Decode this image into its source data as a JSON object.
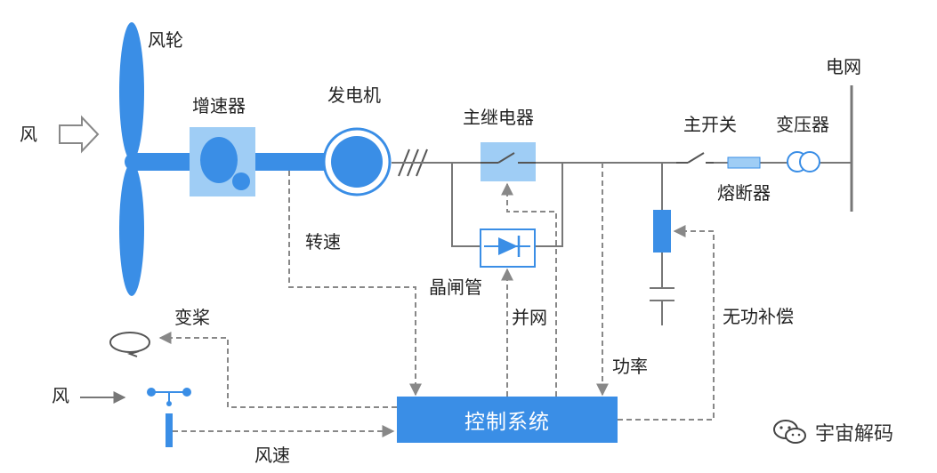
{
  "labels": {
    "rotor": "风轮",
    "wind_in": "风",
    "gearbox": "增速器",
    "generator": "发电机",
    "main_relay": "主继电器",
    "main_switch": "主开关",
    "transformer": "变压器",
    "grid": "电网",
    "fuse": "熔断器",
    "speed": "转速",
    "thyristor": "晶闸管",
    "grid_connect": "并网",
    "pitch": "变桨",
    "wind_sensor": "风",
    "power": "功率",
    "reactive_comp": "无功补偿",
    "wind_speed": "风速",
    "control_system": "控制系统"
  },
  "watermark": {
    "text": "宇宙解码",
    "icon": "wechat-icon"
  },
  "colors": {
    "primary_blue": "#3a8ee6",
    "light_blue": "#9fcdf5",
    "line_gray": "#777777",
    "dash_gray": "#888888",
    "text": "#222222"
  }
}
